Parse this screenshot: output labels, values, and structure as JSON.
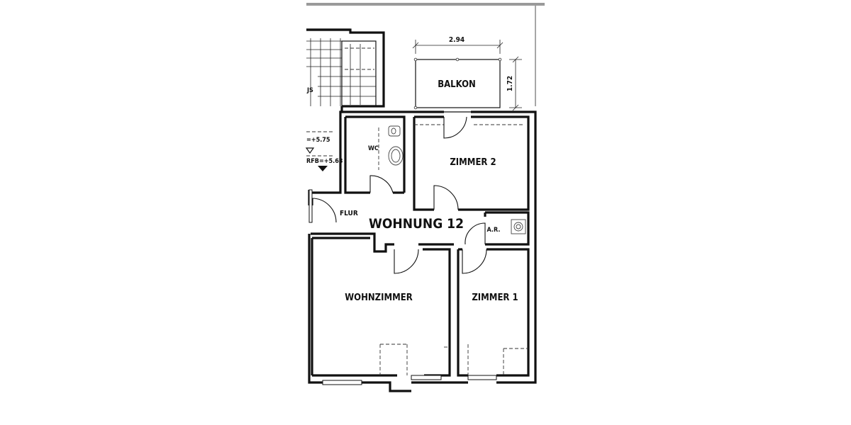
{
  "plan": {
    "apartment_label": "WOHNUNG 12",
    "rooms": {
      "balkon": "BALKON",
      "zimmer2": "ZIMMER 2",
      "zimmer1": "ZIMMER 1",
      "wohnzimmer": "WOHNZIMMER",
      "wc": "WC",
      "flur": "FLUR",
      "ar": "A.R."
    },
    "dimensions": {
      "balcony_width": "2.94",
      "balcony_depth": "1.72"
    },
    "level_marks": {
      "upper": "=+5.75",
      "lower": "RFB=+5.63"
    },
    "stair_label": "JS",
    "colors": {
      "line": "#111111",
      "background": "#ffffff",
      "top_bar": "#9a9a9a"
    }
  }
}
